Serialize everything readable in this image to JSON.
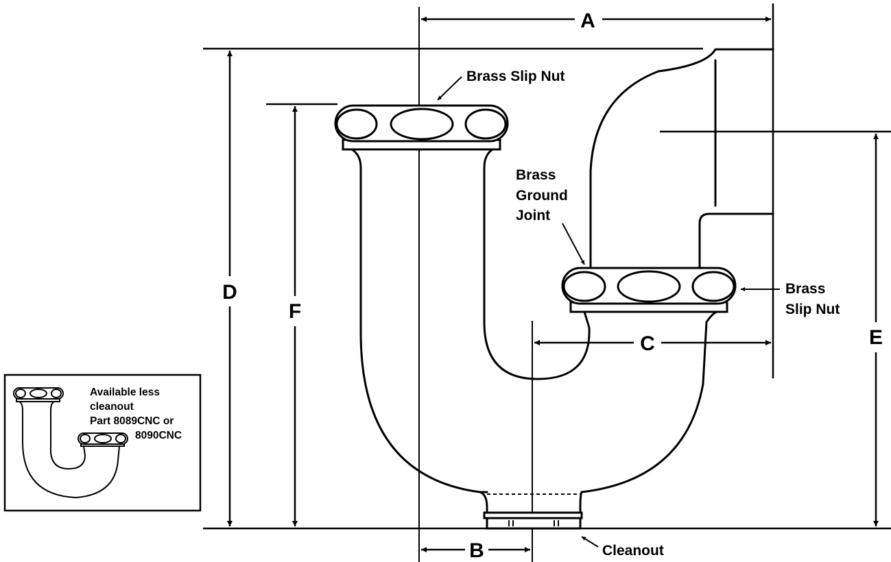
{
  "dimensions": {
    "a": "A",
    "b": "B",
    "c": "C",
    "d": "D",
    "e": "E",
    "f": "F"
  },
  "callouts": {
    "top_slip_nut": "Brass Slip Nut",
    "ground_joint_line1": "Brass",
    "ground_joint_line2": "Ground",
    "ground_joint_line3": "Joint",
    "right_slip_nut_line1": "Brass",
    "right_slip_nut_line2": "Slip Nut",
    "cleanout": "Cleanout"
  },
  "inset": {
    "line1": "Available less",
    "line2": "cleanout",
    "line3": "Part 8089CNC or",
    "line4": "8090CNC"
  }
}
